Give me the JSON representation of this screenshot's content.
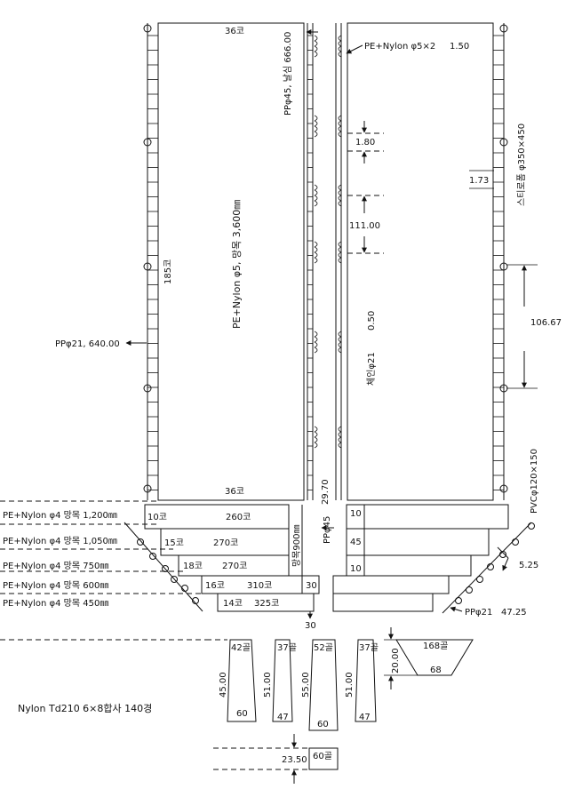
{
  "left_panel": {
    "top_count": "36코",
    "bottom_count": "36코",
    "side_count": "185코",
    "net_label": "PE+Nylon φ5, 망목 3,600㎜",
    "float_rope": "PPφ45, 날심 666.00",
    "lead_rope_left": "PPφ21, 640.00"
  },
  "right_panel": {
    "twine": "PE+Nylon φ5×2",
    "twine_value": "1.50",
    "dim_1": "1.80",
    "dim_2": "1.73",
    "dim_3": "111.00",
    "dim_4": "106.67",
    "chain_label": "체인φ21",
    "chain_value": "0.50",
    "float_label": "스티로폼 φ350×450",
    "gap_value": "29.70"
  },
  "wings": {
    "rows": [
      {
        "label": "PE+Nylon φ4 망목 1,200㎜",
        "a": "10코",
        "b": "260코"
      },
      {
        "label": "PE+Nylon φ4 망목 1,050㎜",
        "a": "15코",
        "b": "270코"
      },
      {
        "label": "PE+Nylon φ4 망목 750㎜",
        "a": "18코",
        "b": "270코"
      },
      {
        "label": "PE+Nylon φ4 망목 600㎜",
        "a": "16코",
        "b": "310코"
      },
      {
        "label": "PE+Nylon φ4 망목 450㎜",
        "a": "14코",
        "b": "325코"
      }
    ],
    "mesh_vertical": "망목900㎜",
    "right_values": [
      "10",
      "45",
      "10"
    ],
    "pp45": "PPφ45",
    "val_30a": "30",
    "val_30b": "30",
    "pvc": "PVCφ120×150",
    "val_525": "5.25",
    "pp21": "PPφ21",
    "val_4725": "47.25"
  },
  "bottom": {
    "nylon": "Nylon Td210 6×8합사 140경",
    "p1_top": "42골",
    "p1_h": "45.00",
    "p1_bot": "60",
    "p2_top": "37골",
    "p2_h": "51.00",
    "p2_bot": "47",
    "p3_top": "52골",
    "p3_h": "55.00",
    "p3_bot": "60",
    "p4_top": "37골",
    "p4_h": "51.00",
    "p4_bot": "47",
    "trap_top": "168골",
    "trap_h": "20.00",
    "trap_bot": "68",
    "box_h": "23.50",
    "box_label": "60골"
  }
}
